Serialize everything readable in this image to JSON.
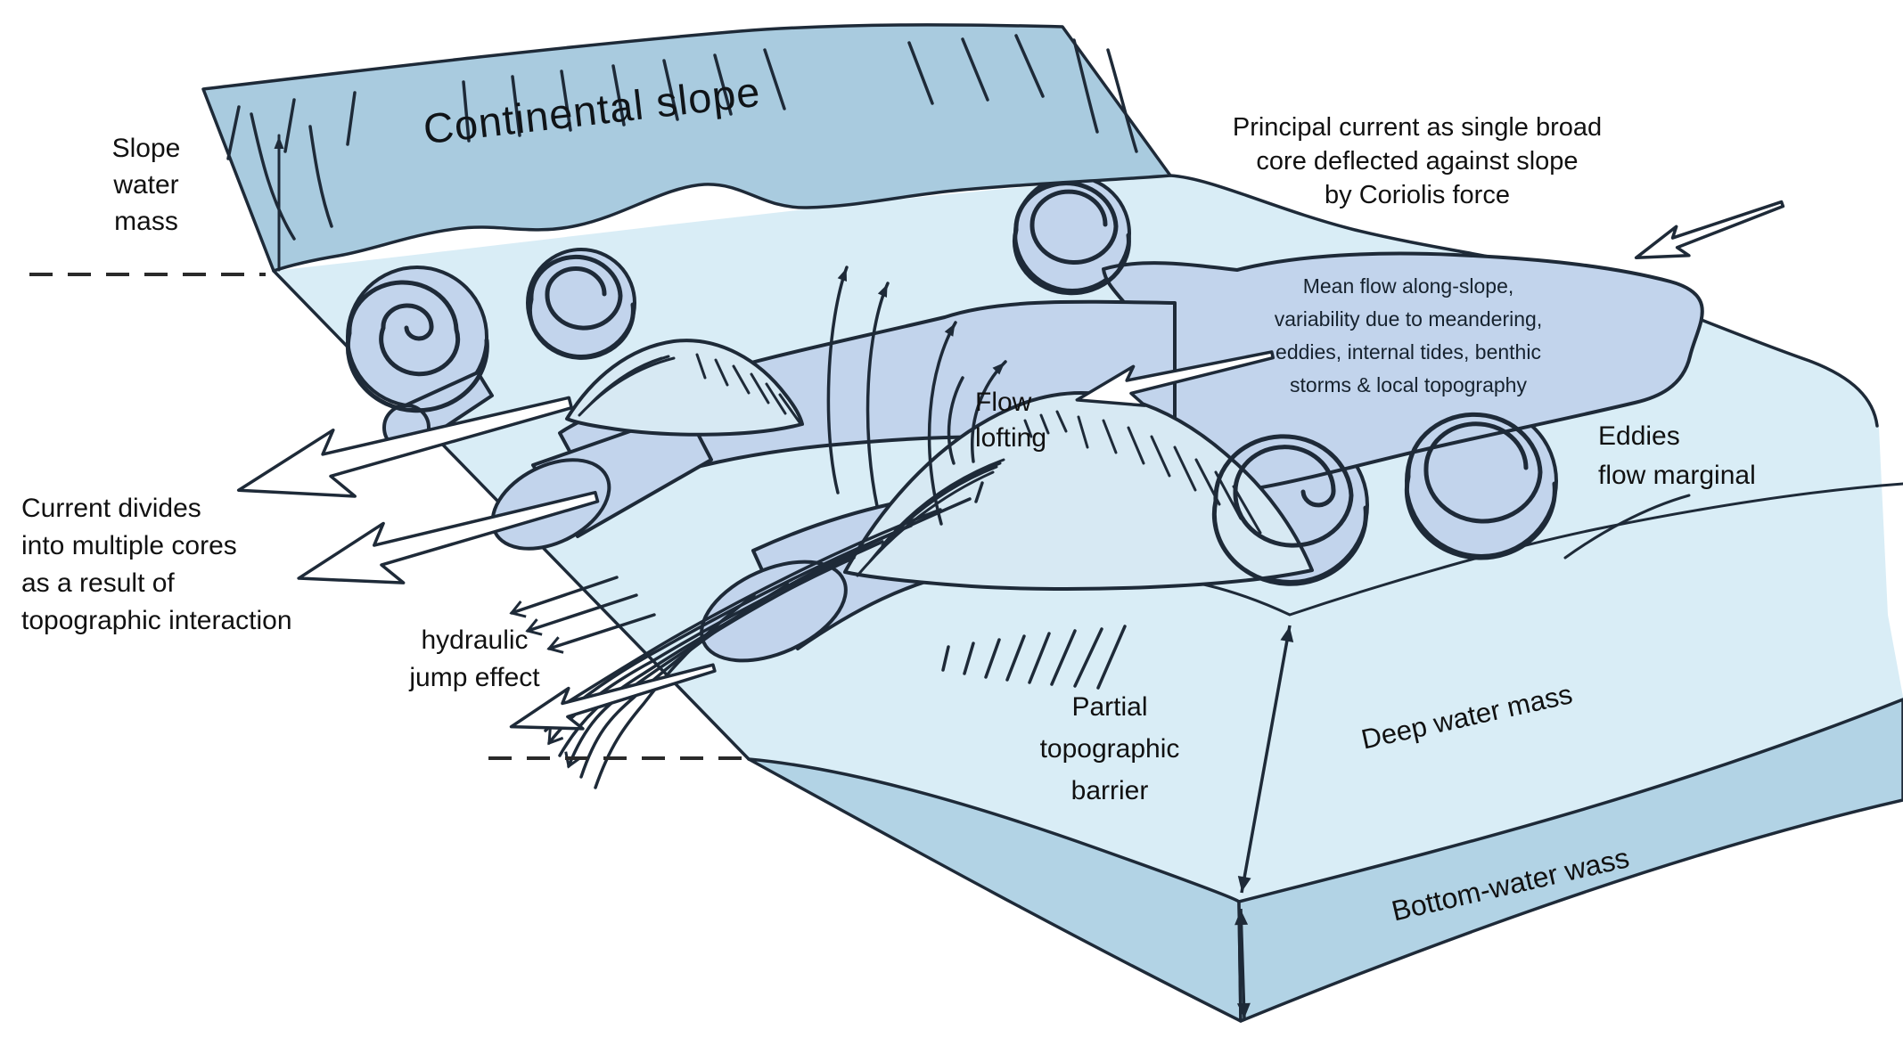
{
  "figure": {
    "type": "diagram",
    "title": "Continental slope",
    "labels": {
      "slope_water_mass": "Slope\nwater\nmass",
      "principal_current": "Principal current as single broad\ncore deflected against slope\nby Coriolis force",
      "mean_flow": "Mean flow along-slope,\nvariability due to meandering,\neddies, internal tides, benthic\nstorms & local topography",
      "eddies_flow_marginal": "Eddies\nflow marginal",
      "flow_lofting": "Flow\nlofting",
      "current_divides": "Current divides\ninto multiple cores\nas a result of\ntopographic interaction",
      "hydraulic_jump": "hydraulic\njump effect",
      "partial_topographic_barrier": "Partial\ntopographic\nbarrier",
      "deep_water_mass": "Deep water mass",
      "bottom_water_mass": "Bottom-water wass"
    },
    "colors": {
      "background": "#ffffff",
      "continental_slope_band": "#a9cbdf",
      "slope_surface": "#d9edf6",
      "current_water": "#c2d4ec",
      "mound_fill": "#d7e9f3",
      "bottom_water_band": "#b2d3e5",
      "outline": "#1e2a38",
      "text": "#111111"
    }
  }
}
